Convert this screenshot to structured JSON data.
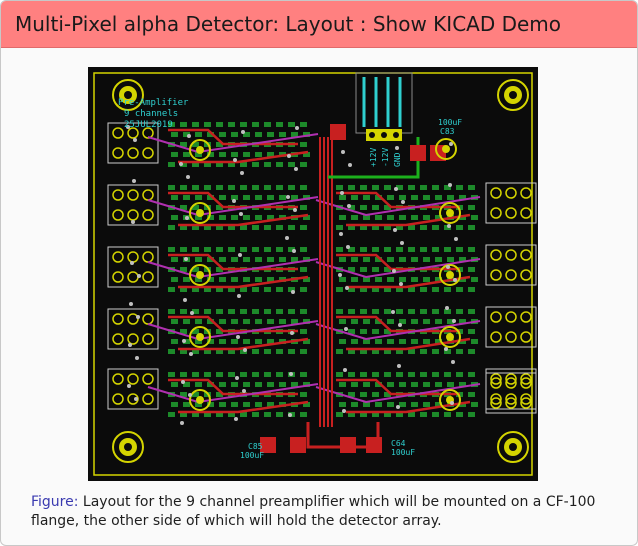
{
  "slide": {
    "title": "Multi-Pixel alpha Detector: Layout : Show KICAD Demo"
  },
  "board": {
    "header_lines": [
      "Pre-Amplifier",
      "9 channels",
      "25JUL2019"
    ],
    "connector_pins": [
      "+12V",
      "-12V",
      "GND"
    ],
    "capacitors": [
      {
        "ref": "C83",
        "value": "100uF"
      },
      {
        "ref": "C85",
        "value": "100uF"
      },
      {
        "ref": "C64",
        "value": "100uF"
      }
    ],
    "colors": {
      "background": "#0b0b0b",
      "pads": "#1d8a2a",
      "copper_front": "#c82020",
      "copper_back": "#b030b0",
      "silkscreen": "#e0e000",
      "outline": "#d4d400",
      "fab_text": "#2fd0d0"
    }
  },
  "caption": {
    "label": "Figure:",
    "text": " Layout for the 9 channel preamplifier which will be mounted on a CF-100 flange, the other side of which will hold the detector array."
  }
}
